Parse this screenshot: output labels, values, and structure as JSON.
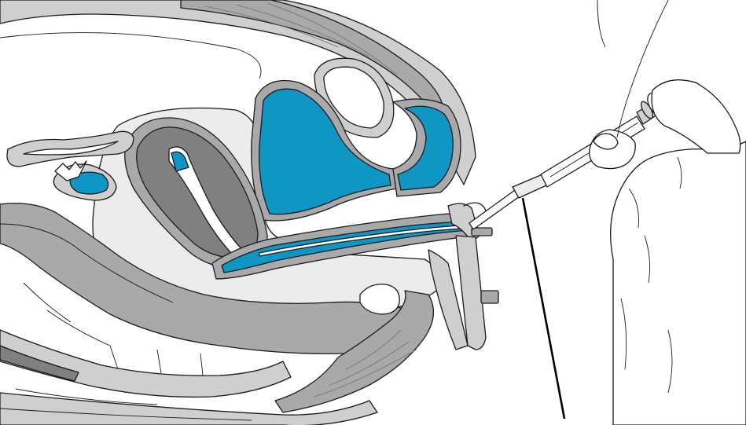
{
  "colors": {
    "background": "#ffffff",
    "outline": "#1a1a1a",
    "tissue_light": "#cfcfd1",
    "tissue_mid": "#a9a9ab",
    "tissue_dark": "#808083",
    "cavity_pale": "#ececee",
    "highlight_blue": "#0f96c4",
    "leader_line": "#000000"
  },
  "illustration": {
    "parts": [
      "abdominal-wall",
      "pubic-bone",
      "bladder",
      "urethra",
      "uterus",
      "uterine-cavity",
      "fallopian-tube",
      "ovary",
      "vaginal-canal",
      "rectum",
      "sacrum",
      "speculum",
      "catheter",
      "syringe",
      "hand",
      "leader-line"
    ]
  }
}
